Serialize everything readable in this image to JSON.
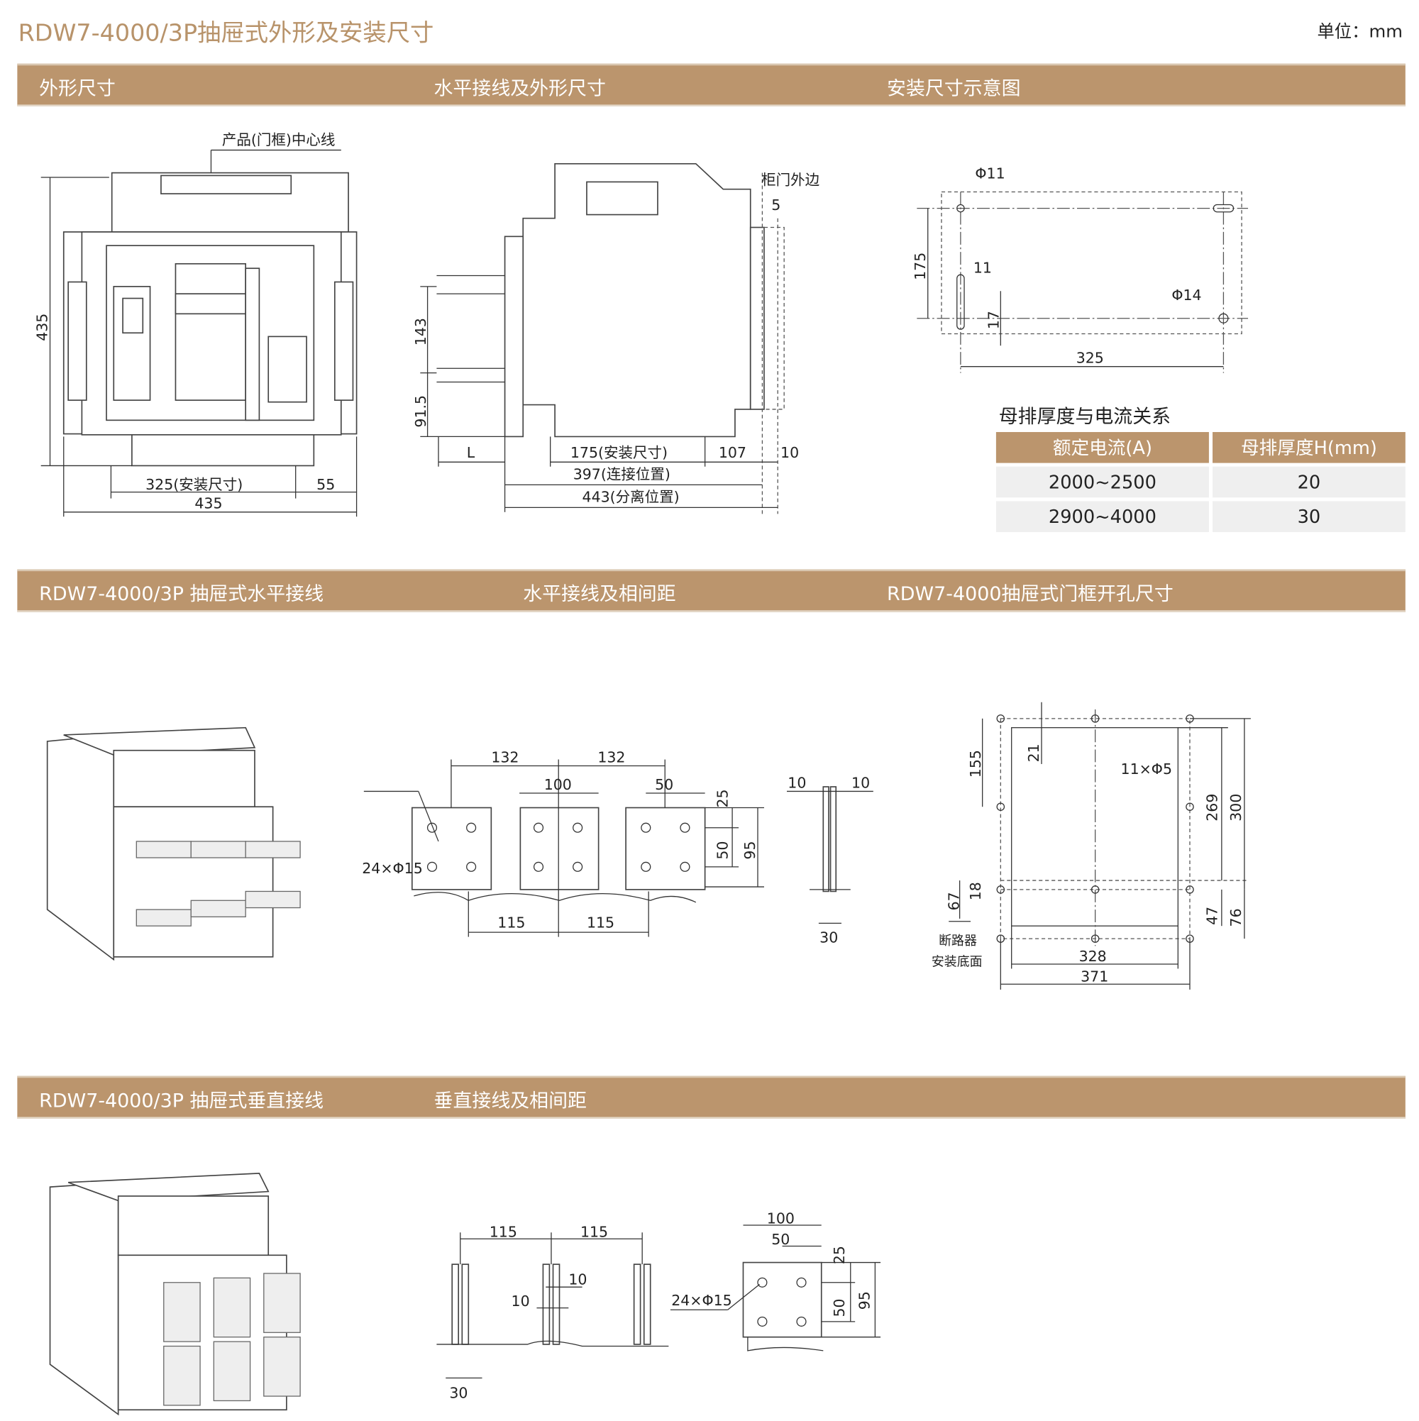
{
  "title": "RDW7-4000/3P抽屉式外形及安装尺寸",
  "unit": "单位：mm",
  "bands": [
    [
      "外形尺寸",
      "水平接线及外形尺寸",
      "安装尺寸示意图"
    ],
    [
      "RDW7-4000/3P  抽屉式水平接线",
      "水平接线及相间距",
      "RDW7-4000抽屉式门框开孔尺寸"
    ],
    [
      "RDW7-4000/3P  抽屉式垂直接线",
      "垂直接线及相间距"
    ]
  ],
  "table": {
    "title": "母排厚度与电流关系",
    "headers": [
      "额定电流(A)",
      "母排厚度H(mm)"
    ],
    "rows": [
      [
        "2000~2500",
        "20"
      ],
      [
        "2900~4000",
        "30"
      ]
    ]
  },
  "d1": [
    "产品(门框)中心线",
    "435",
    "325(安装尺寸)",
    "55",
    "435"
  ],
  "d2": [
    "柜门外边",
    "5",
    "143",
    "91.5",
    "L",
    "175(安装尺寸)",
    "107",
    "10",
    "397(连接位置)",
    "443(分离位置)"
  ],
  "d3": [
    "Φ11",
    "175",
    "11",
    "Φ14",
    "17",
    "325"
  ],
  "d4": [
    "132",
    "132",
    "100",
    "50",
    "25",
    "24×Φ15",
    "50",
    "95",
    "115",
    "115"
  ],
  "d5": [
    "10",
    "10",
    "30"
  ],
  "d6": [
    "155",
    "21",
    "11×Φ5",
    "269",
    "300",
    "67",
    "18",
    "47",
    "76",
    "断路器",
    "安装底面",
    "328",
    "371"
  ],
  "d7": [
    "115",
    "115",
    "10",
    "10",
    "30"
  ],
  "d8": [
    "100",
    "50",
    "25",
    "24×Φ15",
    "50",
    "95"
  ]
}
